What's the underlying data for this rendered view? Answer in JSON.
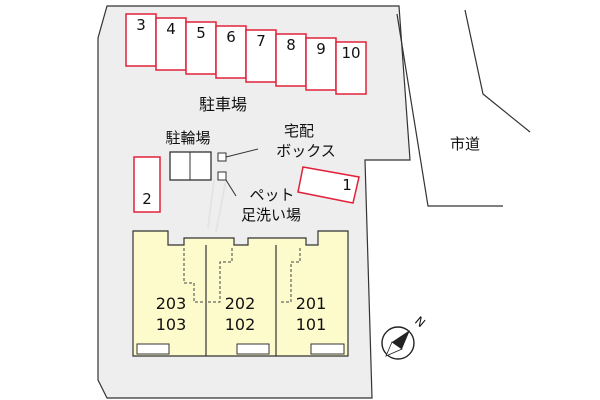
{
  "labels": {
    "parking_lot": "駐車場",
    "bicycle_parking": "駐輪場",
    "delivery_box_line1": "宅配",
    "delivery_box_line2": "ボックス",
    "pet_wash_line1": "ペット",
    "pet_wash_line2": "足洗い場",
    "city_road": "市道"
  },
  "parking_spaces": [
    "3",
    "4",
    "5",
    "6",
    "7",
    "8",
    "9",
    "10"
  ],
  "parking_space_1": "1",
  "parking_space_2": "2",
  "units": [
    {
      "upper": "203",
      "lower": "103"
    },
    {
      "upper": "202",
      "lower": "102"
    },
    {
      "upper": "201",
      "lower": "101"
    }
  ],
  "compass": {
    "label": "N"
  },
  "colors": {
    "lot": "#eeeeee",
    "outline": "#333333",
    "parking": "#e2203a",
    "building": "#fdfacc"
  }
}
